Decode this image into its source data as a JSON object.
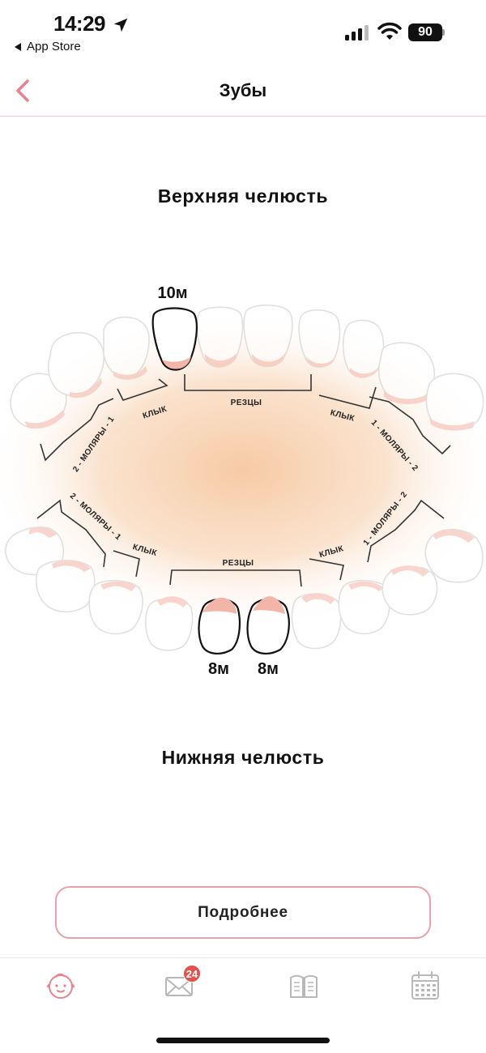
{
  "status_bar": {
    "time": "14:29",
    "back_app": "App Store",
    "battery": "90"
  },
  "nav": {
    "title": "Зубы",
    "accent_color": "#e8828f"
  },
  "upper_jaw_title": "Верхняя челюсть",
  "lower_jaw_title": "Нижняя челюсть",
  "diagram": {
    "upper_labels": {
      "incisors": "РЕЗЦЫ",
      "canine_left": "КЛЫК",
      "canine_right": "КЛЫК",
      "molars_left": "2 - МОЛЯРЫ - 1",
      "molars_right": "1 - МОЛЯРЫ - 2"
    },
    "lower_labels": {
      "incisors": "РЕЗЦЫ",
      "canine_left": "КЛЫК",
      "canine_right": "КЛЫК",
      "molars_left": "2 - МОЛЯРЫ - 1",
      "molars_right": "1 - МОЛЯРЫ - 2"
    },
    "erupted_teeth": [
      {
        "jaw": "upper",
        "tooth": "lateral-incisor-left",
        "age": "10м"
      },
      {
        "jaw": "lower",
        "tooth": "central-incisor-left",
        "age": "8м"
      },
      {
        "jaw": "lower",
        "tooth": "central-incisor-right",
        "age": "8м"
      }
    ],
    "gum_color": "#f3b5a8",
    "glow_color": "#f6c79f"
  },
  "more_button": "Подробнее",
  "tab_bar": {
    "items": [
      {
        "icon": "baby-icon",
        "active": true
      },
      {
        "icon": "mail-icon",
        "active": false,
        "badge": "24"
      },
      {
        "icon": "book-icon",
        "active": false
      },
      {
        "icon": "calendar-icon",
        "active": false
      }
    ],
    "mail_badge": "24"
  }
}
